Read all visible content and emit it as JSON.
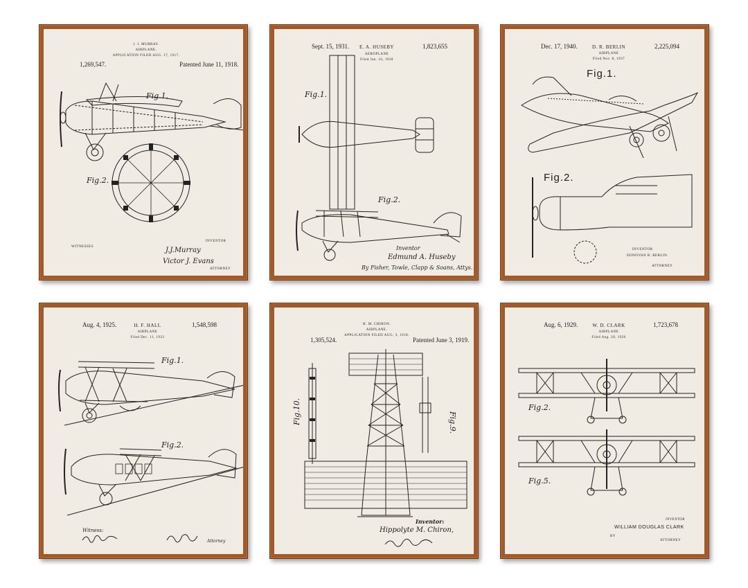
{
  "prints": [
    {
      "number": "1,269,547.",
      "inventor": "J. J. MURRAY.",
      "title": "AIRPLANE.",
      "application": "APPLICATION FILED AUG. 17, 1917.",
      "patented": "Patented June 11, 1918.",
      "fig1": "Fig.1.",
      "fig2": "Fig.2.",
      "witnesses_label": "WITNESSES",
      "inventor_label": "INVENTOR",
      "inventor_signature": "J.J.Murray",
      "attorney_signature": "Victor J. Evans",
      "attorney_label": "ATTORNEY"
    },
    {
      "date": "Sept. 15, 1931.",
      "inventor": "E. A. HUSEBY",
      "number": "1,823,655",
      "title": "AEROPLANE",
      "filed": "Filed Jan. 16, 1928",
      "fig1": "Fig.1.",
      "fig2": "Fig.2.",
      "inventor_label": "Inventor",
      "inventor_signature": "Edmund A. Huseby",
      "attorney_signature": "By Fisher, Towle, Clapp & Soans, Attys."
    },
    {
      "date": "Dec. 17, 1940.",
      "inventor": "D. R. BERLIN",
      "number": "2,225,094",
      "title": "AIRPLANE",
      "filed": "Filed Nov. 8, 1937",
      "fig1": "Fig.1.",
      "fig2": "Fig.2.",
      "inventor_label": "INVENTOR",
      "inventor_name": "DONOVAN R. BERLIN.",
      "attorney_label": "ATTORNEY"
    },
    {
      "date": "Aug. 4, 1925.",
      "inventor": "H. F. HALL",
      "number": "1,548,598",
      "title": "AIRPLANE",
      "filed": "Filed Dec. 11, 1922",
      "fig1": "Fig.1.",
      "fig2": "Fig.2.",
      "witness_label": "Witness:",
      "attorney_label": "Attorney"
    },
    {
      "inventor": "H. M. CHIRON.",
      "title": "AIRPLANE.",
      "number": "1,305,524.",
      "application": "APPLICATION FILED AUG. 3, 1918.",
      "patented": "Patented June 3, 1919.",
      "fig10": "Fig.10.",
      "fig9": "Fig.9.",
      "inventor_label": "Inventor:",
      "inventor_signature": "Hippolyte M. Chiron,"
    },
    {
      "date": "Aug. 6, 1929.",
      "inventor": "W. D. CLARK",
      "number": "1,723,678",
      "title": "AIRPLANE",
      "filed": "Filed Aug. 20, 1926",
      "fig2": "Fig.2.",
      "fig5": "Fig.5.",
      "inventor_label": "INVENTOR",
      "inventor_name": "WILLIAM DOUGLAS CLARK",
      "by_label": "BY",
      "attorney_label": "ATTORNEY"
    }
  ]
}
